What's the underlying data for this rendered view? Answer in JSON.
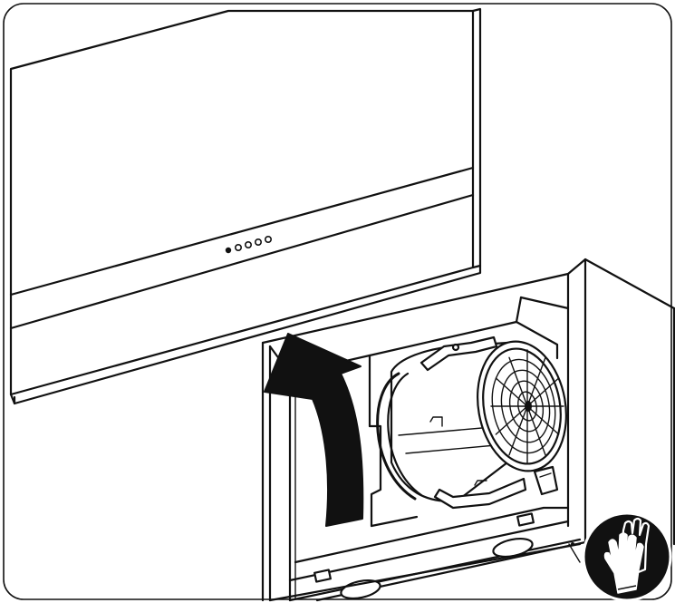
{
  "illustration": {
    "subject": "range-hood-fan-removal",
    "control_buttons": [
      {
        "state": "filled"
      },
      {
        "state": "outline"
      },
      {
        "state": "outline"
      },
      {
        "state": "outline"
      },
      {
        "state": "outline"
      }
    ],
    "arrow_direction": "up",
    "safety_symbol": "protective-gloves-icon",
    "colors": {
      "line": "#111111",
      "background": "#ffffff",
      "badge": "#111111",
      "badge_glyph": "#ffffff"
    }
  }
}
